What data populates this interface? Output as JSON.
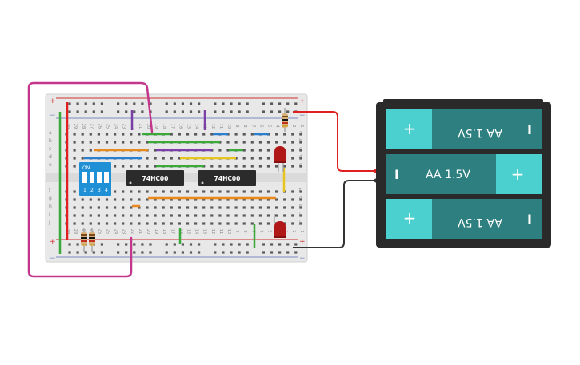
{
  "breadboard": {
    "rail_plus": "+",
    "rail_minus": "−",
    "row_letters_top": [
      "a",
      "b",
      "c",
      "d",
      "e"
    ],
    "row_letters_bottom": [
      "f",
      "g",
      "h",
      "i",
      "j"
    ],
    "column_labels": [
      "30",
      "29",
      "28",
      "27",
      "26",
      "25",
      "24",
      "23",
      "22",
      "21",
      "20",
      "19",
      "18",
      "17",
      "16",
      "15",
      "14",
      "13",
      "12",
      "11",
      "10",
      "9",
      "8",
      "7",
      "6",
      "5",
      "4",
      "3",
      "2",
      "1"
    ]
  },
  "chips": [
    {
      "label": "74HC00"
    },
    {
      "label": "74HC00"
    }
  ],
  "dip_switch": {
    "on_label": "ON",
    "numbers": [
      "1",
      "2",
      "3",
      "4"
    ]
  },
  "battery_pack": {
    "cells": [
      {
        "label": "AA 1.5V",
        "flipped": true
      },
      {
        "label": "AA 1.5V",
        "flipped": false
      },
      {
        "label": "AA 1.5V",
        "flipped": true
      }
    ],
    "plus_symbol": "+",
    "minus_symbol": "I"
  },
  "colors": {
    "board": "#e8e8e8",
    "board_edge": "#cfcfcf",
    "rail_red": "#d0312d",
    "rail_blue": "#7a8ac0",
    "hole": "#5a5a5a",
    "chip": "#2b2b2b",
    "dip": "#1f8fd6",
    "battery_case": "#2a2a2a",
    "battery_cell": "#2e7f7f",
    "battery_cap": "#4ccfcf",
    "wire_magenta": "#c2378b",
    "wire_green": "#3aa83a",
    "wire_red": "#e02020",
    "wire_purple": "#7b3fa8",
    "wire_orange": "#e8891e",
    "wire_blue": "#2a7fd0",
    "wire_yellow": "#e8c51e",
    "wire_black": "#333333",
    "led": "#b01818"
  }
}
